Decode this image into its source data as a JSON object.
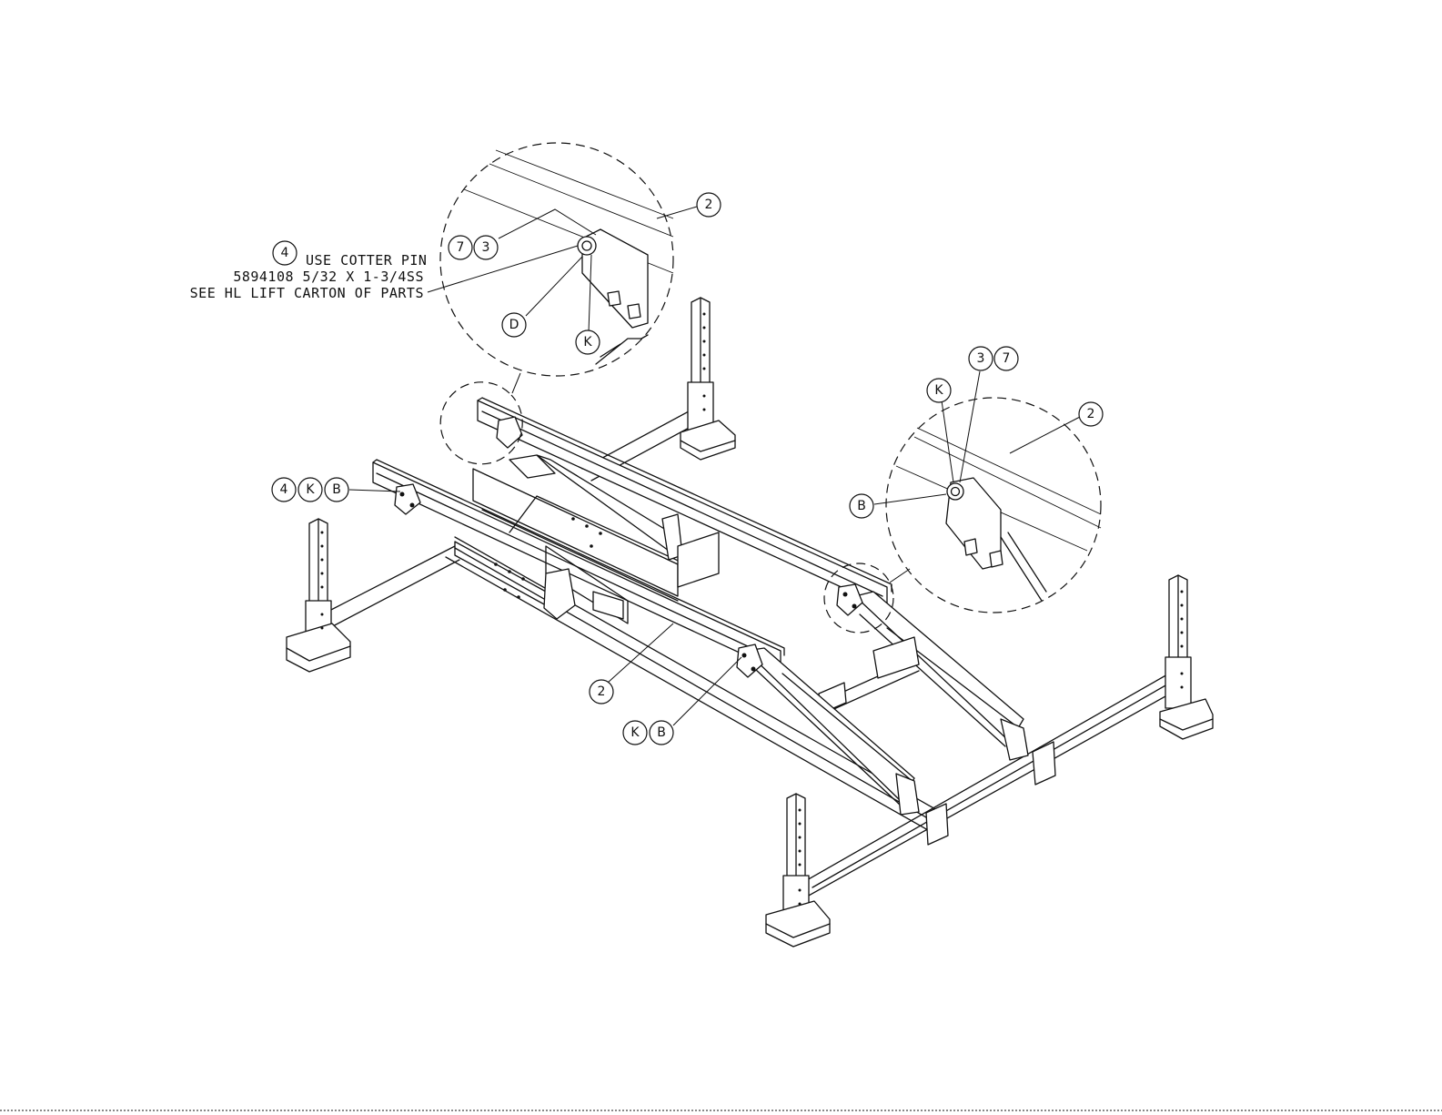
{
  "note": {
    "balloon": "4",
    "line1": "USE COTTER PIN",
    "line2": "5894108 5/32 X 1-3/4SS",
    "line3": "SEE HL LIFT CARTON OF PARTS"
  },
  "callouts": {
    "detail_left": {
      "part_top": "2",
      "pin_a": "7",
      "pin_b": "3",
      "washer": "D",
      "key": "K"
    },
    "detail_right": {
      "pin_a": "3",
      "pin_b": "7",
      "key": "K",
      "part_top": "2",
      "bolt": "B"
    },
    "front_pivot": {
      "a": "4",
      "b": "K",
      "c": "B"
    },
    "rail_center": "2",
    "rear_pivot": {
      "a": "K",
      "b": "B"
    }
  }
}
